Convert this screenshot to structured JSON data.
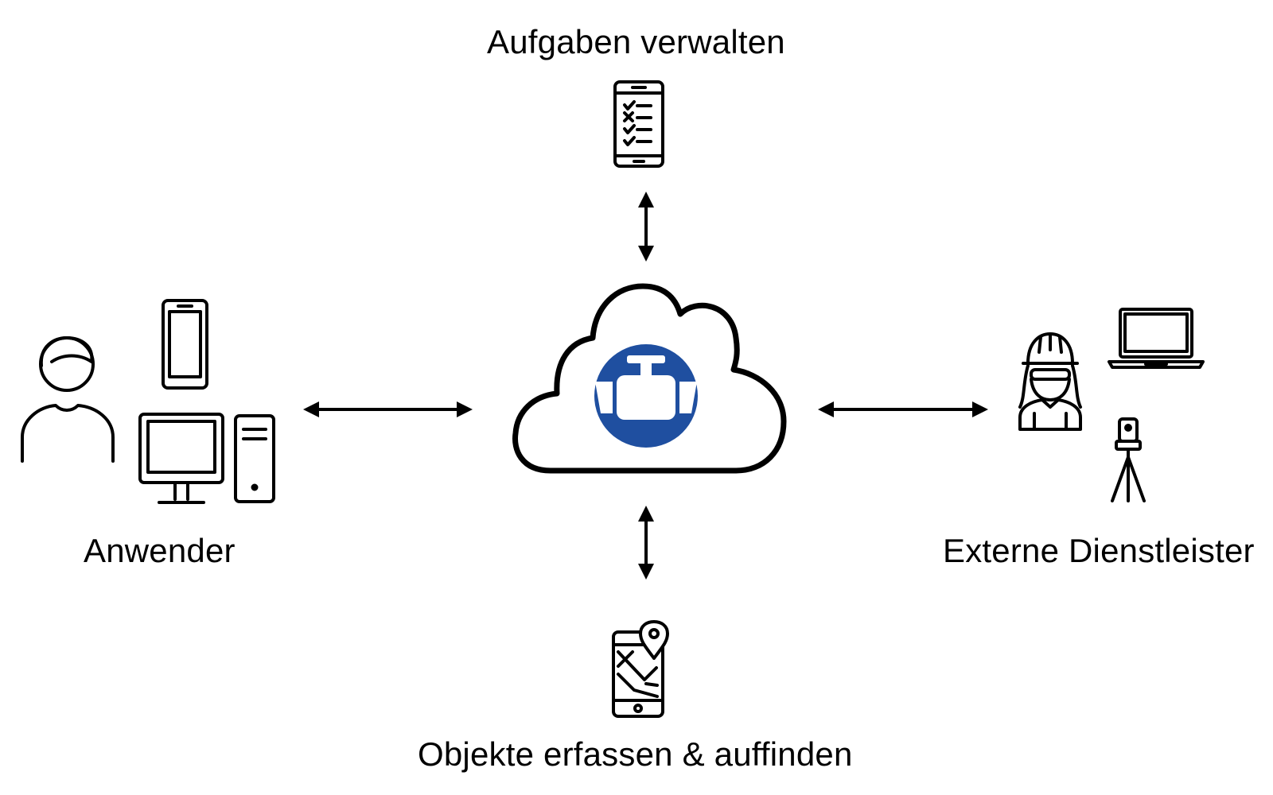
{
  "labels": {
    "top": "Aufgaben verwalten",
    "left": "Anwender",
    "right": "Externe Dienstleister",
    "bottom": "Objekte erfassen & auffinden"
  },
  "colors": {
    "line": "#000000",
    "badge": "#1f4fa0",
    "badge_icon": "#ffffff",
    "background": "#ffffff"
  },
  "icons": {
    "top": [
      "phone-checklist-icon"
    ],
    "left": [
      "user-icon",
      "smartphone-icon",
      "monitor-icon",
      "desktop-tower-icon"
    ],
    "right": [
      "worker-helmet-icon",
      "laptop-icon",
      "surveying-tripod-icon"
    ],
    "bottom": [
      "phone-map-pin-icon"
    ],
    "center": [
      "cloud-icon",
      "valve-icon"
    ]
  }
}
